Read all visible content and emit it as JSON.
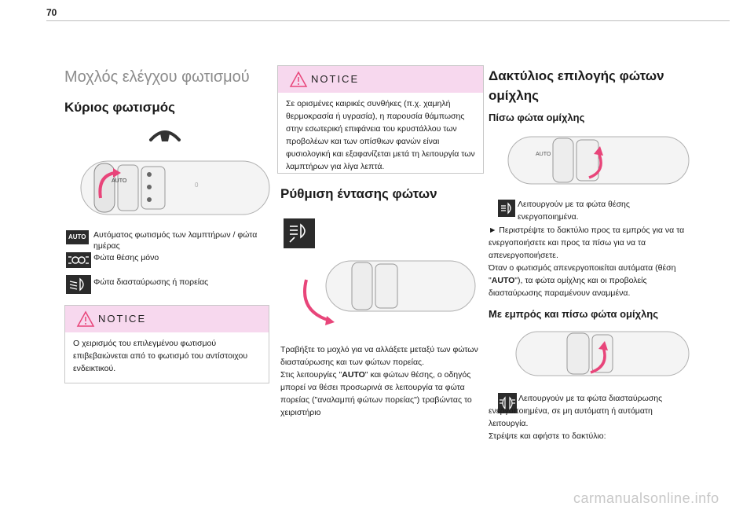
{
  "page_number": "70",
  "col1": {
    "section_title": "Μοχλός ελέγχου φωτισμού",
    "subtitle": "Κύριος φωτισμός",
    "legend": [
      {
        "icon_label": "AUTO",
        "icon": "auto-icon",
        "text": "Αυτόματος φωτισμός των λαμπτήρων / φώτα ημέρας"
      },
      {
        "icon": "position-lights-icon",
        "text": "Φώτα θέσης μόνο"
      },
      {
        "icon": "dipped-beam-icon",
        "text": "Φώτα διασταύρωσης ή πορείας"
      }
    ],
    "notice": {
      "title": "NOTICE",
      "text": "Ο χειρισμός του επιλεγμένου φωτισμού επιβεβαιώνεται από το φωτισμό του αντίστοιχου ενδεικτικού."
    },
    "stalk_labels": [
      "AUTO",
      "0"
    ]
  },
  "col2": {
    "notice": {
      "title": "NOTICE",
      "text": "Σε ορισμένες καιρικές συνθήκες (π.χ. χαμηλή θερμοκρασία ή υγρασία), η παρουσία θάμπωσης στην εσωτερική επιφάνεια του κρυστάλλου των προβολέων και των οπίσθιων φανών είναι φυσιολογική και εξαφανίζεται μετά τη λειτουργία των λαμπτήρων για λίγα λεπτά."
    },
    "heading": "Ρύθμιση έντασης φώτων",
    "icon": "beam-switch-icon",
    "para1": "Τραβήξτε το μοχλό για να αλλάξετε μεταξύ των φώτων διασταύρωσης και των φώτων πορείας.",
    "para2_pre": "Στις λειτουργίες \"",
    "para2_bold1": "AUTO",
    "para2_mid": "\" και φώτων θέσης, ο οδηγός μπορεί να θέσει προσωρινά σε λειτουργία τα φώτα πορείας (\"αναλαμπή φώτων πορείας\") τραβώντας το χειριστήριο"
  },
  "col3": {
    "heading": "Δακτύλιος επιλογής φώτων ομίχλης",
    "sub1": "Πίσω φώτα ομίχλης",
    "rear_line1": "Λειτουργούν με τα φώτα θέσης ενεργοποιημένα.",
    "rear_line2": "► Περιστρέψτε το δακτύλιο προς τα εμπρός για να τα ενεργοποιήσετε και προς τα πίσω για να τα απενεργοποιήσετε.",
    "rear_line3_pre": "Όταν ο φωτισμός απενεργοποιείται αυτόματα (θέση \"",
    "rear_line3_bold": "AUTO",
    "rear_line3_post": "\"), τα φώτα ομίχλης και οι προβολείς διασταύρωσης παραμένουν αναμμένα.",
    "sub2": "Με εμπρός και πίσω φώτα ομίχλης",
    "front_line1": "Λειτουργούν με τα φώτα διασταύρωσης ενεργοποιημένα, σε μη αυτόματη ή αυτόματη λειτουργία.",
    "front_line2": "Στρέψτε και αφήστε το δακτύλιο:",
    "stalk_label": "AUTO"
  },
  "watermark": "carmanualsonline.info",
  "colors": {
    "notice_bg": "#f7d8ee",
    "arrow": "#e8457a",
    "warning": "#e8457a"
  }
}
